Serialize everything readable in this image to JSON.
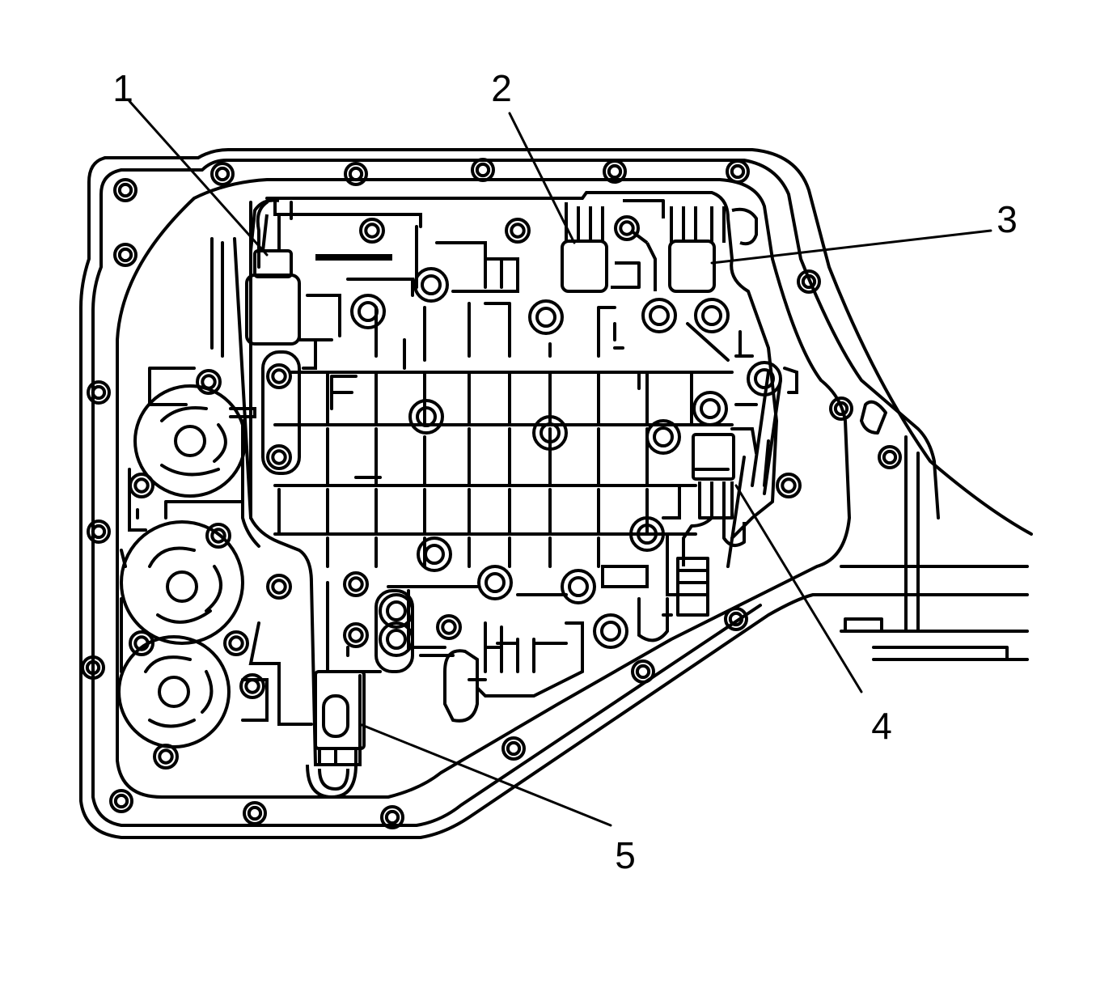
{
  "diagram": {
    "stroke_color": "#000000",
    "background_color": "#ffffff",
    "callouts": [
      {
        "id": "callout-1",
        "label": "1"
      },
      {
        "id": "callout-2",
        "label": "2"
      },
      {
        "id": "callout-3",
        "label": "3"
      },
      {
        "id": "callout-4",
        "label": "4"
      },
      {
        "id": "callout-5",
        "label": "5"
      }
    ]
  }
}
